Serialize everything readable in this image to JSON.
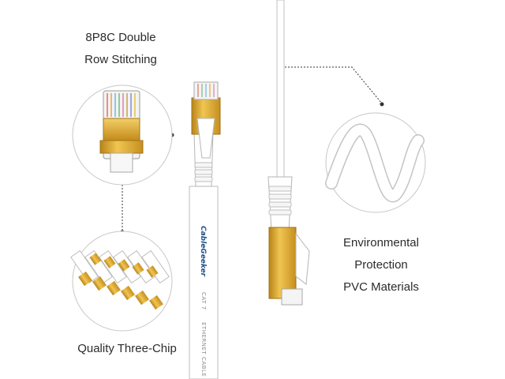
{
  "labels": {
    "stitching_line1": "8P8C Double",
    "stitching_line2": "Row Stitching",
    "chip": "Quality Three-Chip",
    "env_line1": "Environmental",
    "env_line2": "Protection",
    "env_line3": "PVC Materials"
  },
  "cable": {
    "brand": "CableGeeker",
    "print_1": "CAT 7",
    "print_2": "ETHERNET",
    "print_3": "CABLE"
  },
  "colors": {
    "gold": "#d9a52a",
    "cable": "#ffffff",
    "outline": "#b8b8b8",
    "brand": "#1e4f8a"
  }
}
